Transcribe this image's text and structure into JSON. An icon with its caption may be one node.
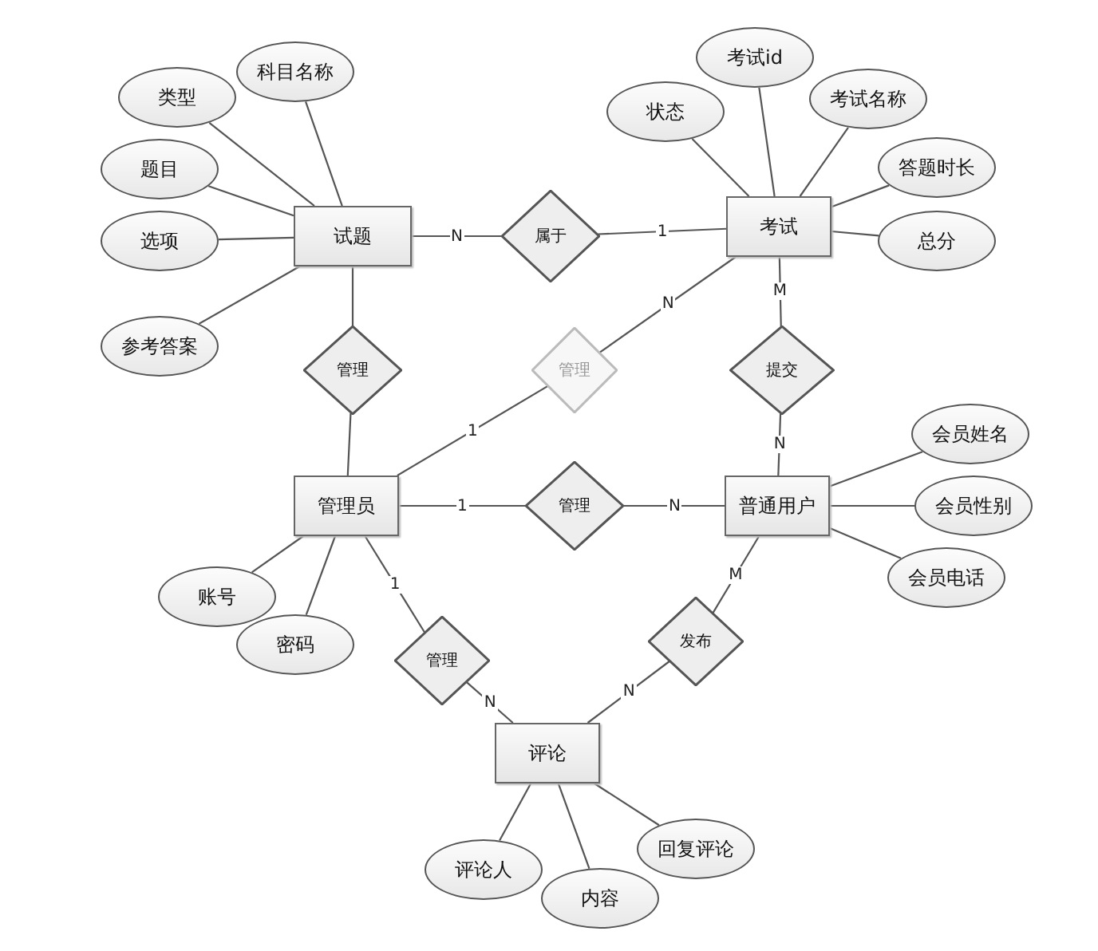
{
  "diagram": {
    "nodes": [
      {
        "text": [
          "试题"
        ]
      },
      {
        "text": [
          "类型"
        ]
      },
      {
        "text": [
          "科目名称"
        ]
      },
      {
        "text": [
          "题目"
        ]
      },
      {
        "text": [
          "选项"
        ]
      },
      {
        "text": [
          "参考答案"
        ]
      },
      {
        "text": [
          "属于"
        ]
      },
      {
        "text": [
          "考试"
        ]
      },
      {
        "text": [
          "状态"
        ]
      },
      {
        "text": [
          "考试id"
        ]
      },
      {
        "text": [
          "考试名称"
        ]
      },
      {
        "text": [
          "答题时长"
        ]
      },
      {
        "text": [
          "总分"
        ]
      },
      {
        "text": [
          "管理"
        ]
      },
      {
        "text": [
          "管理"
        ]
      },
      {
        "text": [
          "提交"
        ]
      },
      {
        "text": [
          "管理员"
        ]
      },
      {
        "text": [
          "管理"
        ]
      },
      {
        "text": [
          "普通用户"
        ]
      },
      {
        "text": [
          "会员姓名"
        ]
      },
      {
        "text": [
          "会员性别"
        ]
      },
      {
        "text": [
          "会员电话"
        ]
      },
      {
        "text": [
          "账号"
        ]
      },
      {
        "text": [
          "密码"
        ]
      },
      {
        "text": [
          "管理"
        ]
      },
      {
        "text": [
          "发布"
        ]
      },
      {
        "text": [
          "评论"
        ]
      },
      {
        "text": [
          "评论人"
        ]
      },
      {
        "text": [
          "内容"
        ]
      },
      {
        "text": [
          "回复评论"
        ]
      }
    ],
    "edges": [
      {
        "from": 0,
        "to": 1,
        "arrow": "none"
      },
      {
        "from": 0,
        "to": 2,
        "arrow": "none"
      },
      {
        "from": 0,
        "to": 3,
        "arrow": "none"
      },
      {
        "from": 0,
        "to": 4,
        "arrow": "none"
      },
      {
        "from": 0,
        "to": 5,
        "arrow": "none"
      },
      {
        "from": 0,
        "to": 6,
        "arrow": "none",
        "label": "N"
      },
      {
        "from": 6,
        "to": 7,
        "arrow": "none",
        "label": "1"
      },
      {
        "from": 7,
        "to": 8,
        "arrow": "none"
      },
      {
        "from": 7,
        "to": 9,
        "arrow": "none"
      },
      {
        "from": 7,
        "to": 10,
        "arrow": "none"
      },
      {
        "from": 7,
        "to": 11,
        "arrow": "none"
      },
      {
        "from": 7,
        "to": 12,
        "arrow": "none"
      },
      {
        "from": 0,
        "to": 13,
        "arrow": "none"
      },
      {
        "from": 13,
        "to": 16,
        "arrow": "none"
      },
      {
        "from": 16,
        "to": 14,
        "arrow": "none",
        "label": "1"
      },
      {
        "from": 14,
        "to": 7,
        "arrow": "none",
        "label": "N"
      },
      {
        "from": 7,
        "to": 15,
        "arrow": "none",
        "label": "M"
      },
      {
        "from": 15,
        "to": 18,
        "arrow": "none",
        "label": "N"
      },
      {
        "from": 16,
        "to": 17,
        "arrow": "none",
        "label": "1"
      },
      {
        "from": 17,
        "to": 18,
        "arrow": "none",
        "label": "N"
      },
      {
        "from": 18,
        "to": 19,
        "arrow": "none"
      },
      {
        "from": 18,
        "to": 20,
        "arrow": "none"
      },
      {
        "from": 18,
        "to": 21,
        "arrow": "none"
      },
      {
        "from": 16,
        "to": 22,
        "arrow": "none"
      },
      {
        "from": 16,
        "to": 23,
        "arrow": "none"
      },
      {
        "from": 16,
        "to": 24,
        "arrow": "none",
        "label": "1"
      },
      {
        "from": 24,
        "to": 26,
        "arrow": "none",
        "label": "N"
      },
      {
        "from": 18,
        "to": 25,
        "arrow": "none",
        "label": "M"
      },
      {
        "from": 25,
        "to": 26,
        "arrow": "none",
        "label": "N"
      },
      {
        "from": 26,
        "to": 27,
        "arrow": "none"
      },
      {
        "from": 26,
        "to": 28,
        "arrow": "none"
      },
      {
        "from": 26,
        "to": 29,
        "arrow": "none"
      }
    ]
  }
}
